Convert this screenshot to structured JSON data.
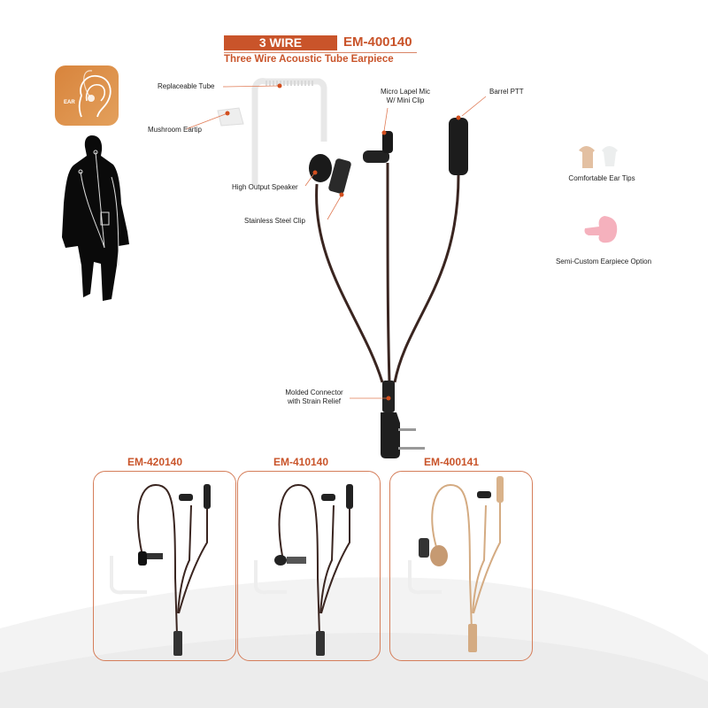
{
  "header": {
    "badge": "3 WIRE",
    "model": "EM-400140",
    "subtitle": "Three Wire Acoustic Tube Earpiece"
  },
  "ear_badge": {
    "icon": "ear-icon",
    "label": "EAR"
  },
  "figure": {
    "icon": "person-silhouette-icon"
  },
  "callouts": {
    "replaceable_tube": "Replaceable Tube",
    "mushroom_eartip": "Mushroom Eartip",
    "micro_lapel_line1": "Micro Lapel Mic",
    "micro_lapel_line2": "W/ Mini Clip",
    "barrel_ptt": "Barrel PTT",
    "high_output_speaker": "High Output Speaker",
    "stainless_clip": "Stainless Steel Clip",
    "molded_connector_line1": "Molded Connector",
    "molded_connector_line2": "with Strain Relief"
  },
  "accessories": [
    {
      "label": "Comfortable Ear Tips",
      "icon": "ear-tips-icon"
    },
    {
      "label": "Semi-Custom Earpiece Option",
      "icon": "semi-custom-earpiece-icon"
    }
  ],
  "variants": [
    {
      "model": "EM-420140",
      "cable_color": "#3a2520"
    },
    {
      "model": "EM-410140",
      "cable_color": "#3a2520"
    },
    {
      "model": "EM-400141",
      "cable_color": "#d4ab82"
    }
  ],
  "colors": {
    "accent": "#c9542a",
    "callout_dot": "#d24e1e",
    "card_border": "#d57e5a"
  }
}
